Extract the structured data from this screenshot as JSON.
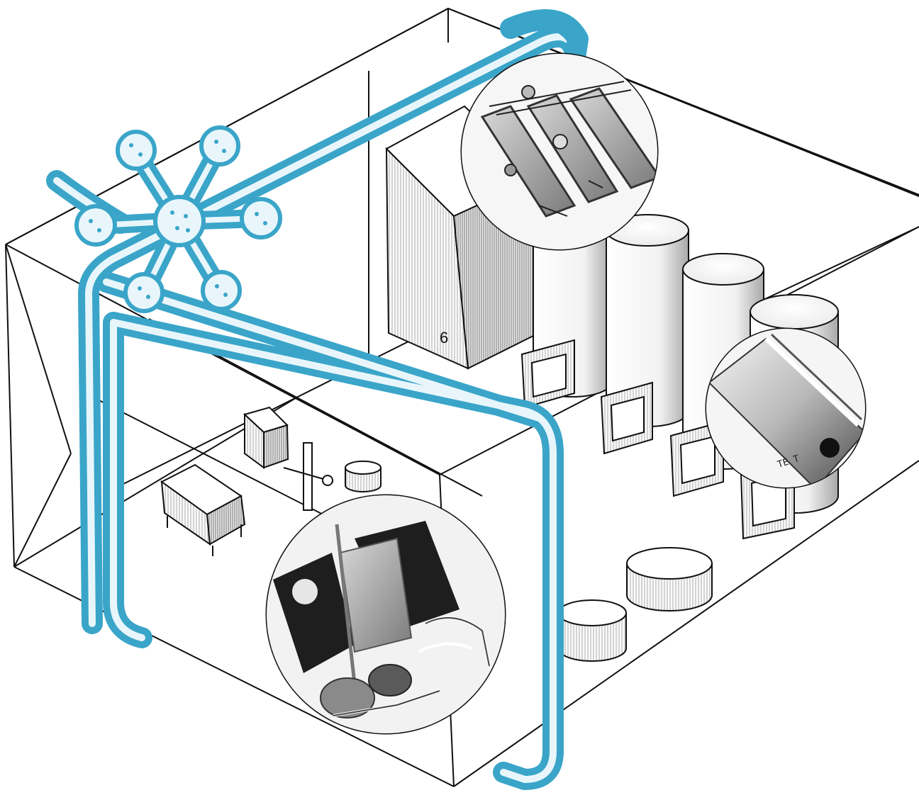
{
  "diagram": {
    "labels": {
      "tank_number": "6",
      "plate_marking": "TE  T"
    },
    "colors": {
      "pipe": "#3aa5c9",
      "pipe_highlight": "#e8f6fb",
      "line": "#111111",
      "paper": "#ffffff",
      "photo_dark": "#1e1e1e",
      "photo_mid": "#8a8a8a"
    },
    "icons": {
      "spray_head": "spray-nozzle-icon",
      "photo_inset": "photo-circle"
    }
  }
}
